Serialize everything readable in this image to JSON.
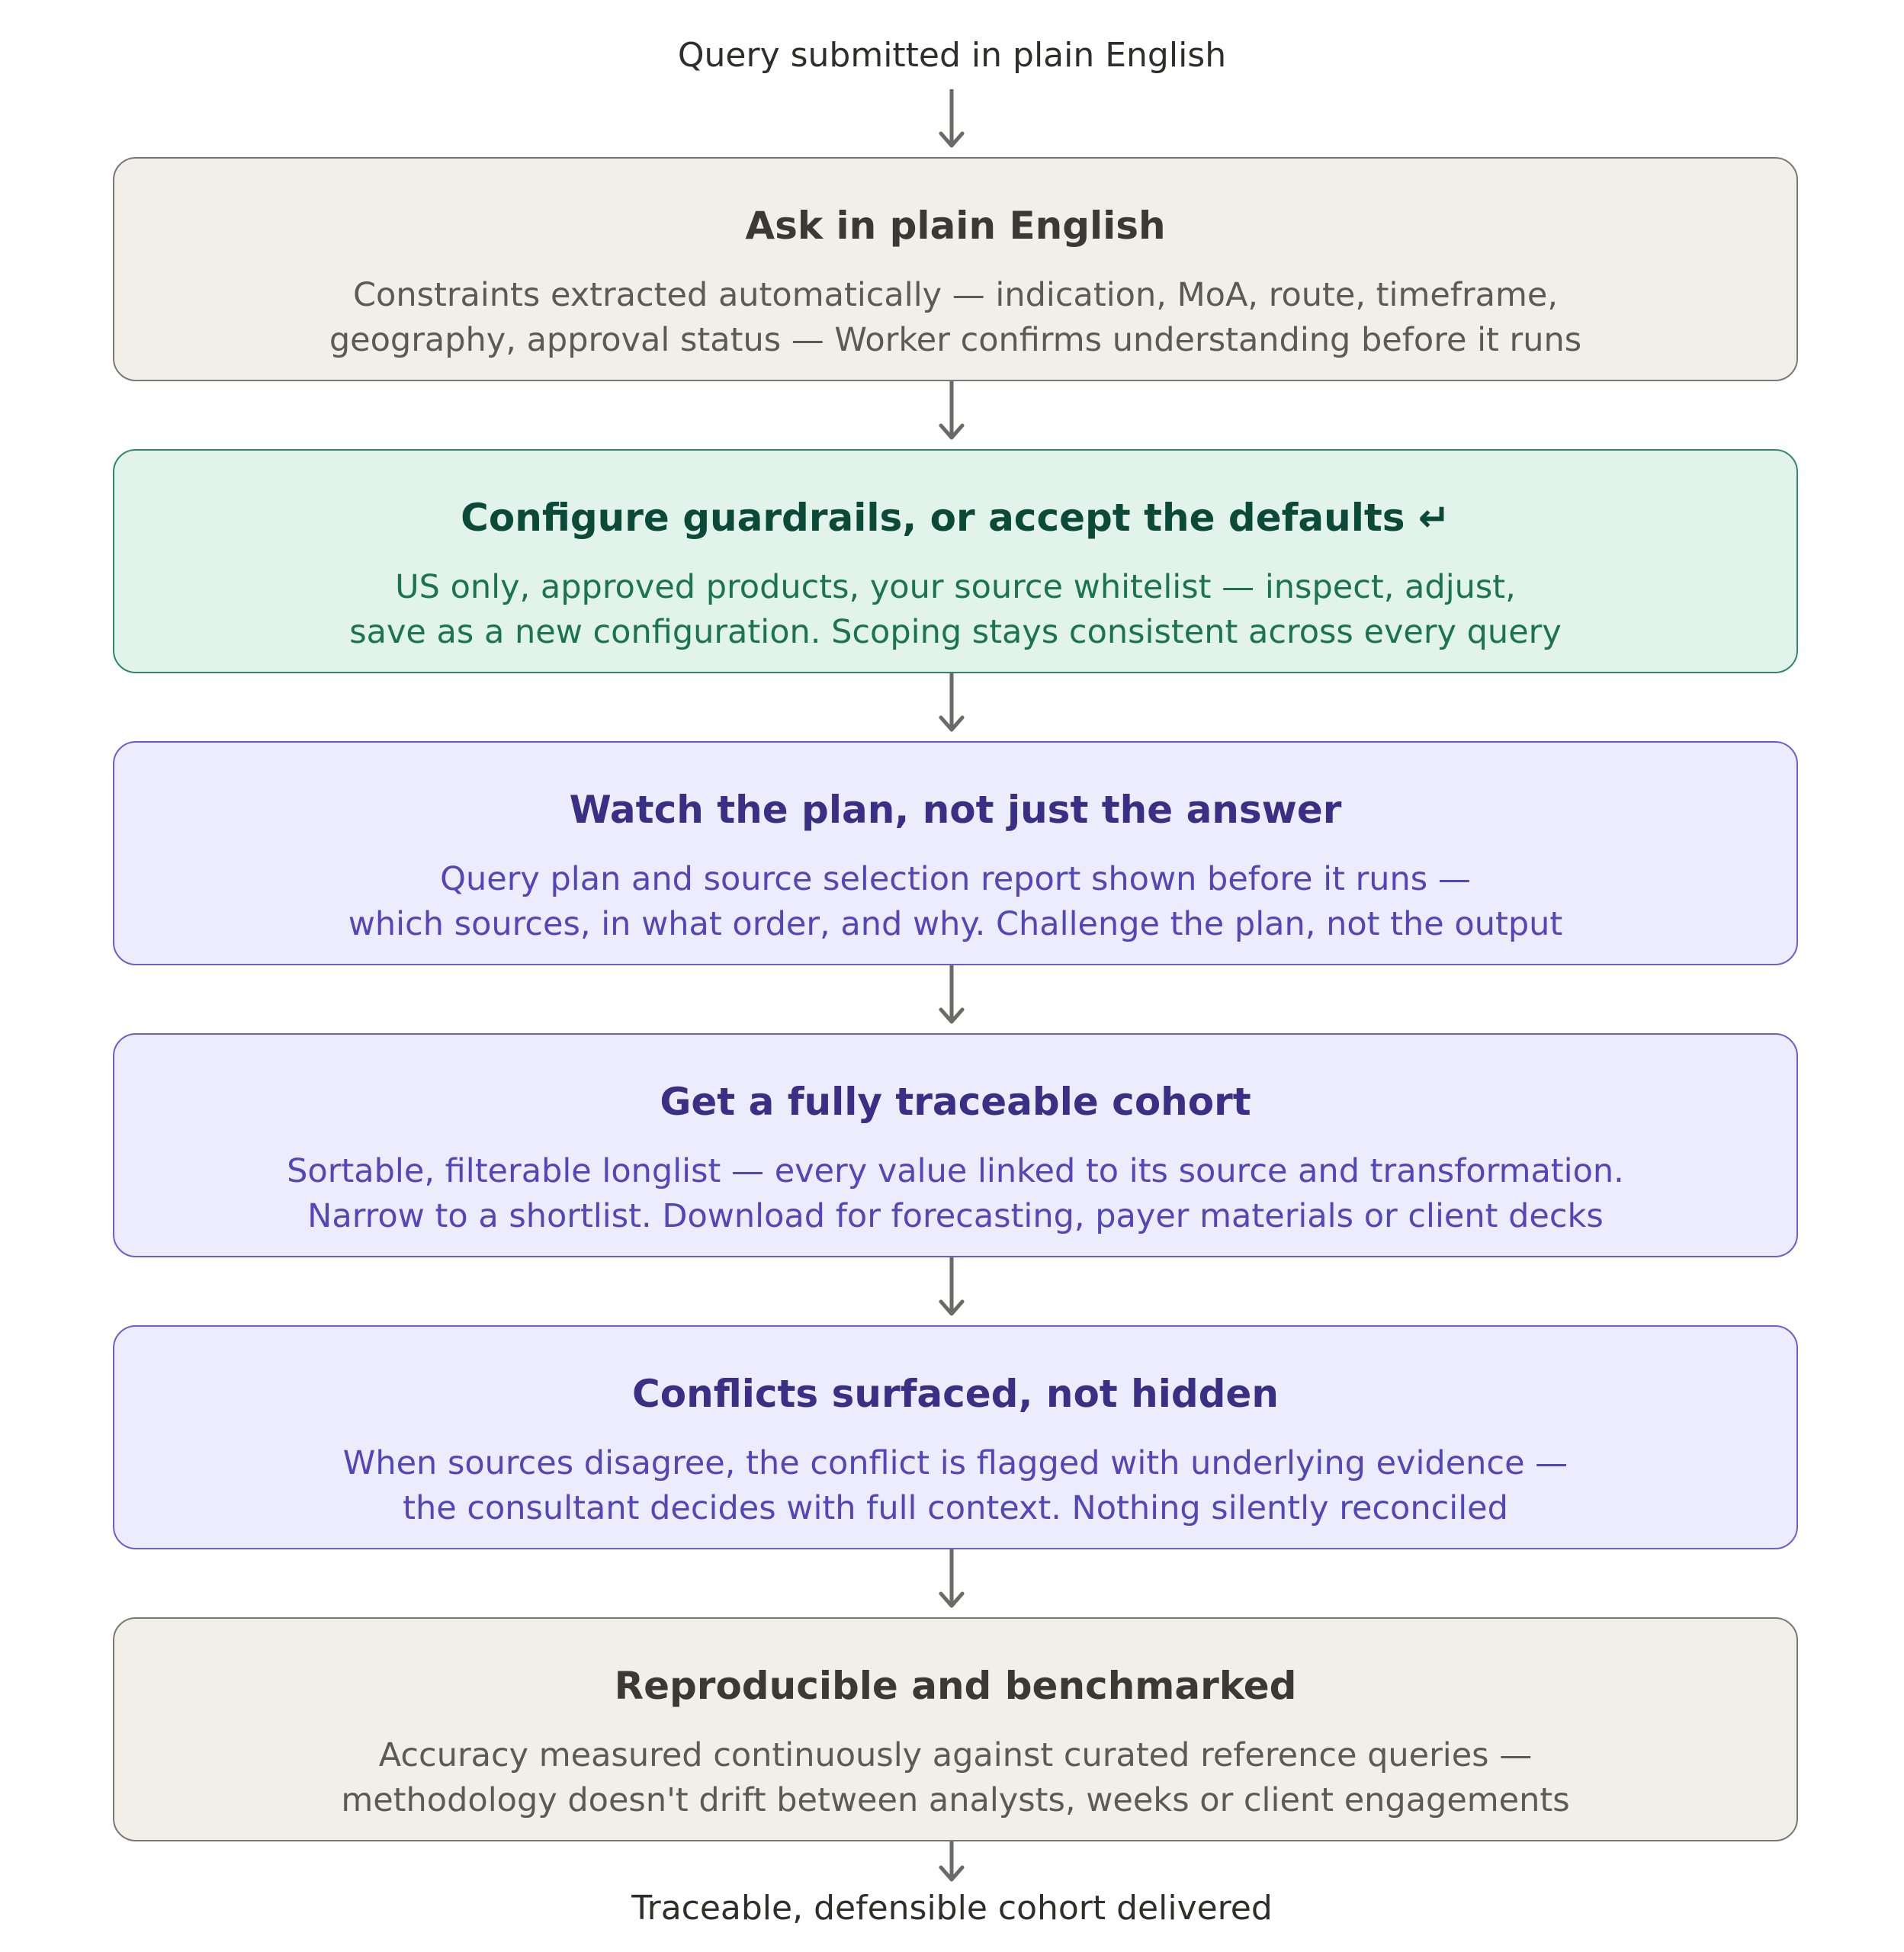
{
  "start_label": "Query submitted in plain English",
  "end_label": "Traceable, defensible cohort delivered",
  "steps": [
    {
      "title": "Ask in plain English",
      "lines": [
        "Constraints extracted automatically — indication, MoA, route, timeframe,",
        "geography, approval status — Worker confirms understanding before it runs"
      ]
    },
    {
      "title": "Configure guardrails, or accept the defaults ↵",
      "lines": [
        "US only, approved products, your source whitelist — inspect, adjust,",
        "save as a new configuration. Scoping stays consistent across every query"
      ]
    },
    {
      "title": "Watch the plan, not just the answer",
      "lines": [
        "Query plan and source selection report shown before it runs —",
        "which sources, in what order, and why. Challenge the plan, not the output"
      ]
    },
    {
      "title": "Get a fully traceable cohort",
      "lines": [
        "Sortable, filterable longlist — every value linked to its source and transformation.",
        "Narrow to a shortlist. Download for forecasting, payer materials or client decks"
      ]
    },
    {
      "title": "Conflicts surfaced, not hidden",
      "lines": [
        "When sources disagree, the conflict is flagged with underlying evidence —",
        "the consultant decides with full context. Nothing silently reconciled"
      ]
    },
    {
      "title": "Reproducible and benchmarked",
      "lines": [
        "Accuracy measured continuously against curated reference queries —",
        "methodology doesn't drift between analysts, weeks or client engagements"
      ]
    }
  ],
  "colors": {
    "neutral_fill": "#f2efe9",
    "green_fill": "#e2f3ec",
    "purple_fill": "#edecfd",
    "arrow": "#6b6a66"
  }
}
